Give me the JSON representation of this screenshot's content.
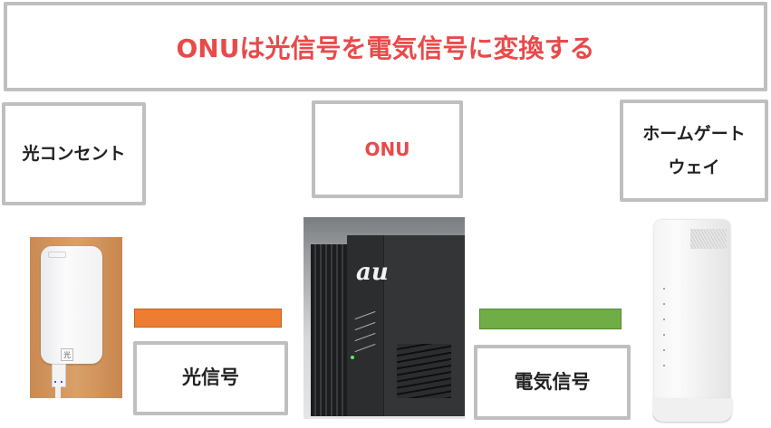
{
  "title": "ONUは光信号を電気信号に変換する",
  "labels": {
    "outlet": "光コンセント",
    "onu": "ONU",
    "gateway_line1": "ホームゲート",
    "gateway_line2": "ウェイ",
    "optical_signal": "光信号",
    "electrical_signal": "電気信号"
  },
  "devices": {
    "outlet": {
      "tag": "光"
    },
    "onu": {
      "brand": "au"
    }
  },
  "colors": {
    "title_text": "#e84a4a",
    "box_border": "#bfbfbf",
    "optical_bar": "#ed7d31",
    "electrical_bar": "#70ad47"
  }
}
